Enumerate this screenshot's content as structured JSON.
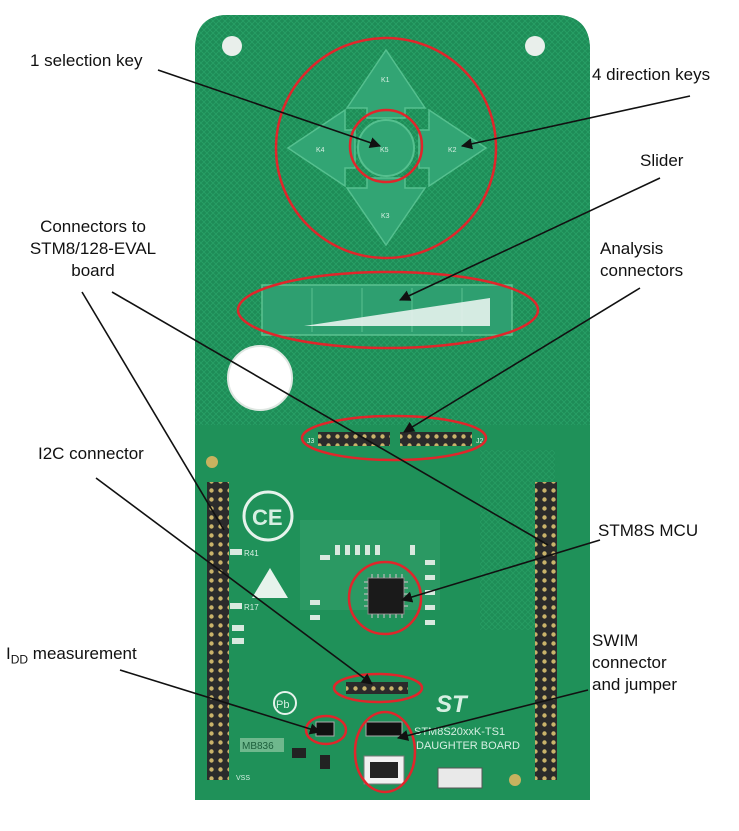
{
  "callouts": {
    "selection_key": "1 selection key",
    "direction_keys": "4 direction keys",
    "slider": "Slider",
    "connectors_to_eval": "Connectors to\nSTM8/128-EVAL\nboard",
    "analysis_connectors": "Analysis\nconnectors",
    "i2c_connector": "I2C connector",
    "stm8s_mcu": "STM8S MCU",
    "idd_prefix": "I",
    "idd_sub": "DD",
    "idd_suffix": " measurement",
    "swim": "SWIM\nconnector\nand jumper"
  },
  "board_silkscreen": {
    "key_center": "K5",
    "key_top": "K1",
    "key_left": "K4",
    "key_right": "K2",
    "key_bottom": "K3",
    "board_name": "STM8S20xxK-TS1",
    "board_sub": "DAUGHTER BOARD",
    "board_code": "MB836",
    "ce_mark": "CE",
    "pb_mark": "Pb",
    "st_logo": "ST",
    "vss_label": "VSS",
    "j3": "J3",
    "j2": "J2",
    "r41": "R41",
    "r17": "R17"
  },
  "colors": {
    "board_green": "#1c8a55",
    "board_green_light": "#2aa86a",
    "ellipse_red": "#e0262b",
    "pointer_black": "#111111"
  }
}
